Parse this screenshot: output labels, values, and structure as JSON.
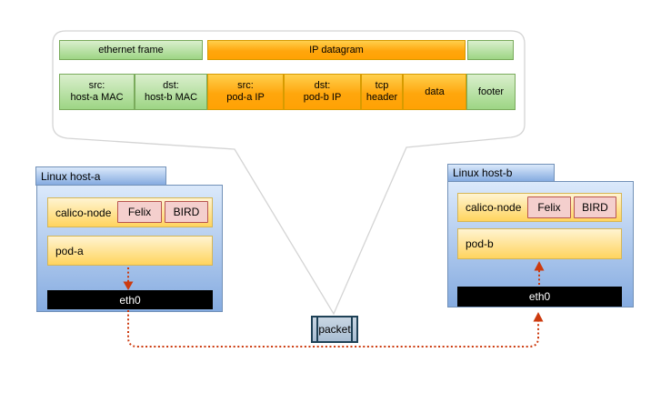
{
  "callout": {
    "row1": [
      {
        "label": "ethernet frame"
      },
      {
        "label": "IP datagram"
      },
      {
        "label": ""
      }
    ],
    "row2": [
      {
        "label": "src:\nhost-a MAC"
      },
      {
        "label": "dst:\nhost-b MAC"
      },
      {
        "label": "src:\npod-a IP"
      },
      {
        "label": "dst:\npod-b IP"
      },
      {
        "label": "tcp\nheader"
      },
      {
        "label": "data"
      },
      {
        "label": "footer"
      }
    ]
  },
  "hosts": [
    {
      "title": "Linux host-a",
      "calico_label": "calico-node",
      "felix_label": "Felix",
      "bird_label": "BIRD",
      "pod_label": "pod-a",
      "interface_label": "eth0"
    },
    {
      "title": "Linux host-b",
      "calico_label": "calico-node",
      "felix_label": "Felix",
      "bird_label": "BIRD",
      "pod_label": "pod-b",
      "interface_label": "eth0"
    }
  ],
  "packet": {
    "label": "packet"
  },
  "colors": {
    "green_fill_top": "#daefcd",
    "green_fill_bottom": "#9dd584",
    "green_border": "#7aab5c",
    "orange_fill_top": "#ffd04d",
    "orange_fill_bottom": "#ffa204",
    "orange_border": "#d79b00",
    "blue_fill_top": "#dbe9fb",
    "blue_fill_bottom": "#85abe0",
    "blue_border": "#7291b8",
    "yellow_fill_top": "#fff4d1",
    "yellow_fill_bottom": "#ffd45e",
    "yellow_border": "#d6b656",
    "pink_fill": "#f4cfcd",
    "pink_border": "#b85450",
    "eth_fill": "#000000",
    "eth_text": "#ffffff",
    "packet_fill": "#b9c9d8",
    "packet_border": "#1f4257",
    "arrow_color": "#cc3a0e",
    "callout_border": "#d4d4d4"
  }
}
